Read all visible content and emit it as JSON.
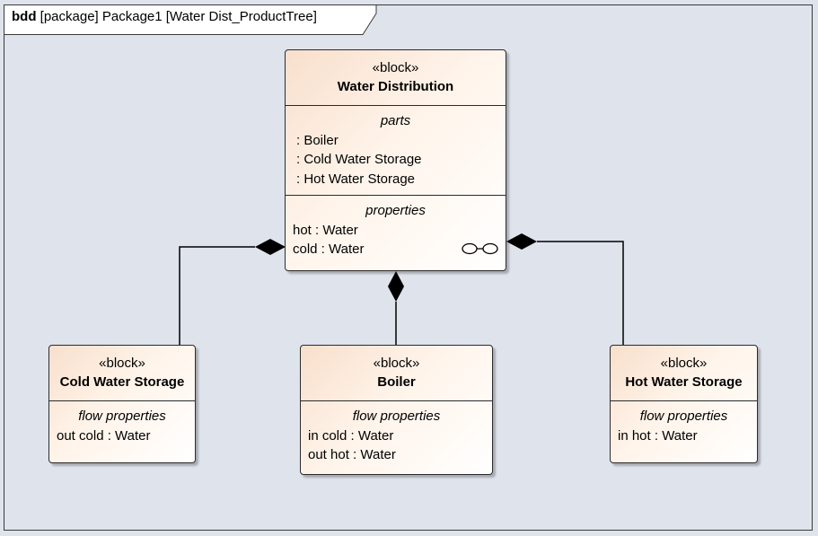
{
  "frame": {
    "kind": "bdd",
    "title": "[package] Package1 [Water Dist_ProductTree]"
  },
  "blocks": {
    "water_distribution": {
      "stereotype": "«block»",
      "name": "Water Distribution",
      "parts_title": "parts",
      "parts": [
        ": Boiler",
        ": Cold Water Storage",
        ": Hot Water Storage"
      ],
      "properties_title": "properties",
      "properties": [
        "hot : Water",
        "cold : Water"
      ],
      "icon": "glasses-icon"
    },
    "cold_water_storage": {
      "stereotype": "«block»",
      "name": "Cold Water Storage",
      "flow_title": "flow properties",
      "flow": [
        "out cold : Water"
      ]
    },
    "boiler": {
      "stereotype": "«block»",
      "name": "Boiler",
      "flow_title": "flow properties",
      "flow": [
        "in cold : Water",
        "out hot : Water"
      ]
    },
    "hot_water_storage": {
      "stereotype": "«block»",
      "name": "Hot Water Storage",
      "flow_title": "flow properties",
      "flow": [
        "in hot : Water"
      ]
    }
  },
  "relationships": [
    {
      "type": "composition",
      "whole": "Water Distribution",
      "part": "Cold Water Storage"
    },
    {
      "type": "composition",
      "whole": "Water Distribution",
      "part": "Boiler"
    },
    {
      "type": "composition",
      "whole": "Water Distribution",
      "part": "Hot Water Storage"
    }
  ],
  "colors": {
    "background": "#dfe3ec",
    "block_fill_start": "#f8dfcc",
    "block_fill_end": "#ffffff",
    "line": "#000000"
  }
}
